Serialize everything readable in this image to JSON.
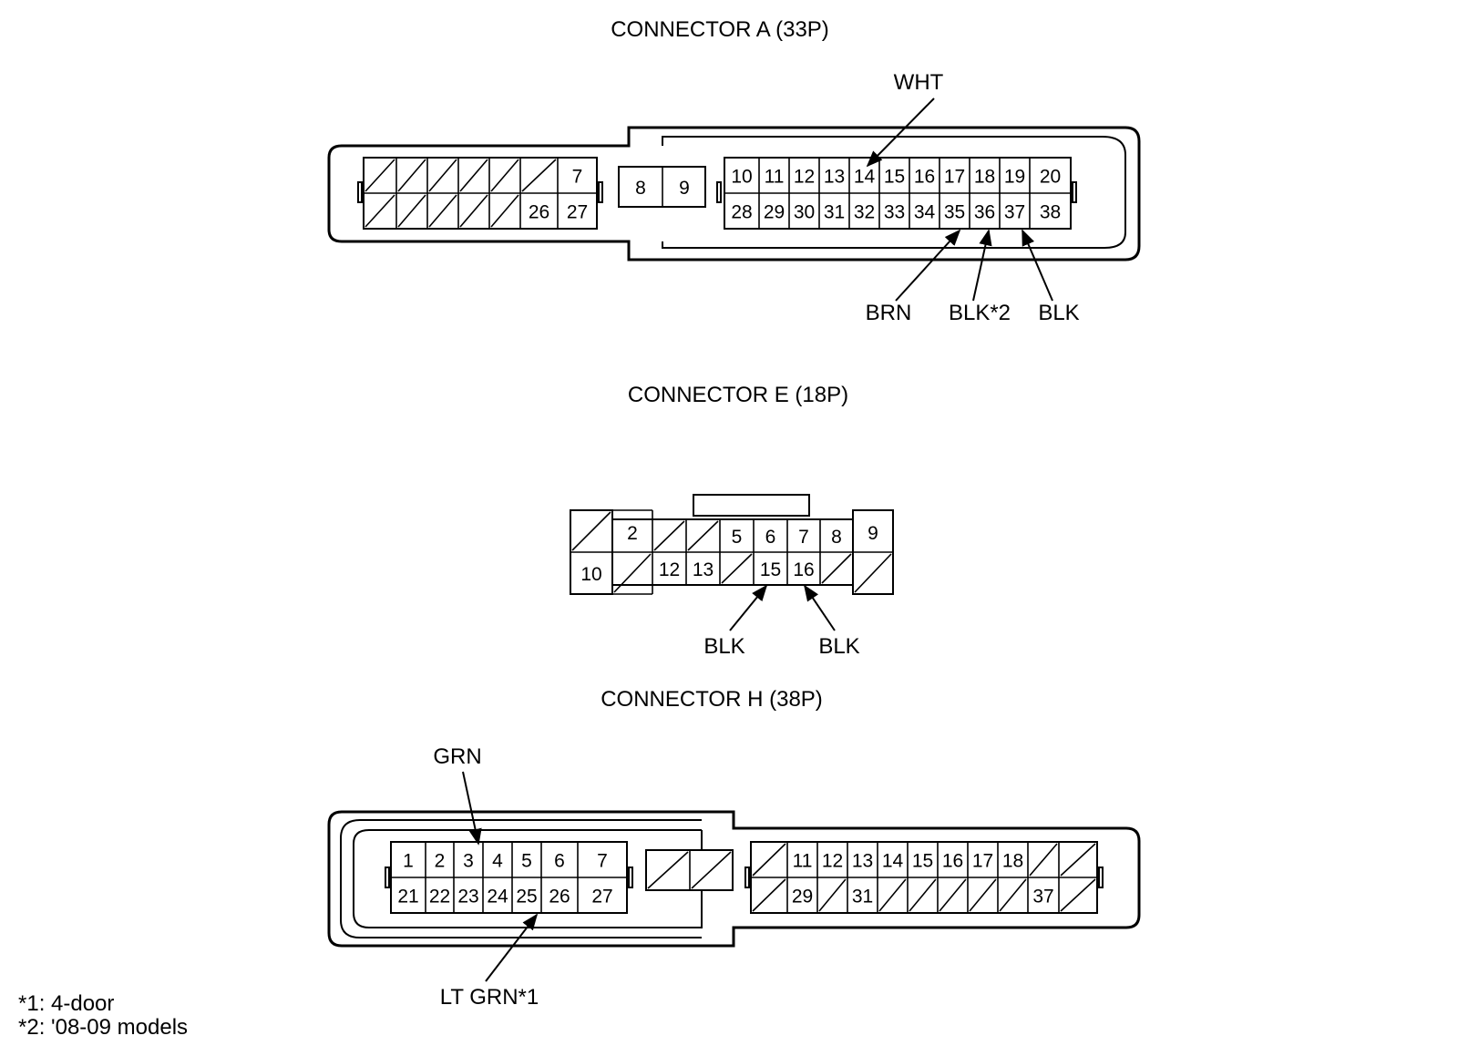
{
  "connectors": {
    "a": {
      "title": "CONNECTOR A (33P)",
      "pins": [
        "7",
        "8",
        "9",
        "10",
        "11",
        "12",
        "13",
        "14",
        "15",
        "16",
        "17",
        "18",
        "19",
        "20",
        "26",
        "27",
        "28",
        "29",
        "30",
        "31",
        "32",
        "33",
        "34",
        "35",
        "36",
        "37",
        "38"
      ],
      "wires": {
        "p14": "WHT",
        "p35": "BRN",
        "p36": "BLK*2",
        "p37": "BLK"
      }
    },
    "e": {
      "title": "CONNECTOR E (18P)",
      "pins": [
        "2",
        "5",
        "6",
        "7",
        "8",
        "9",
        "10",
        "12",
        "13",
        "15",
        "16"
      ],
      "wires": {
        "p15": "BLK",
        "p16": "BLK"
      }
    },
    "h": {
      "title": "CONNECTOR H (38P)",
      "pins": [
        "1",
        "2",
        "3",
        "4",
        "5",
        "6",
        "7",
        "11",
        "12",
        "13",
        "14",
        "15",
        "16",
        "17",
        "18",
        "21",
        "22",
        "23",
        "24",
        "25",
        "26",
        "27",
        "29",
        "31",
        "37"
      ],
      "wires": {
        "p3": "GRN",
        "p25": "LT GRN*1"
      }
    }
  },
  "notes": [
    "*1: 4-door",
    "*2: '08-09 models"
  ]
}
